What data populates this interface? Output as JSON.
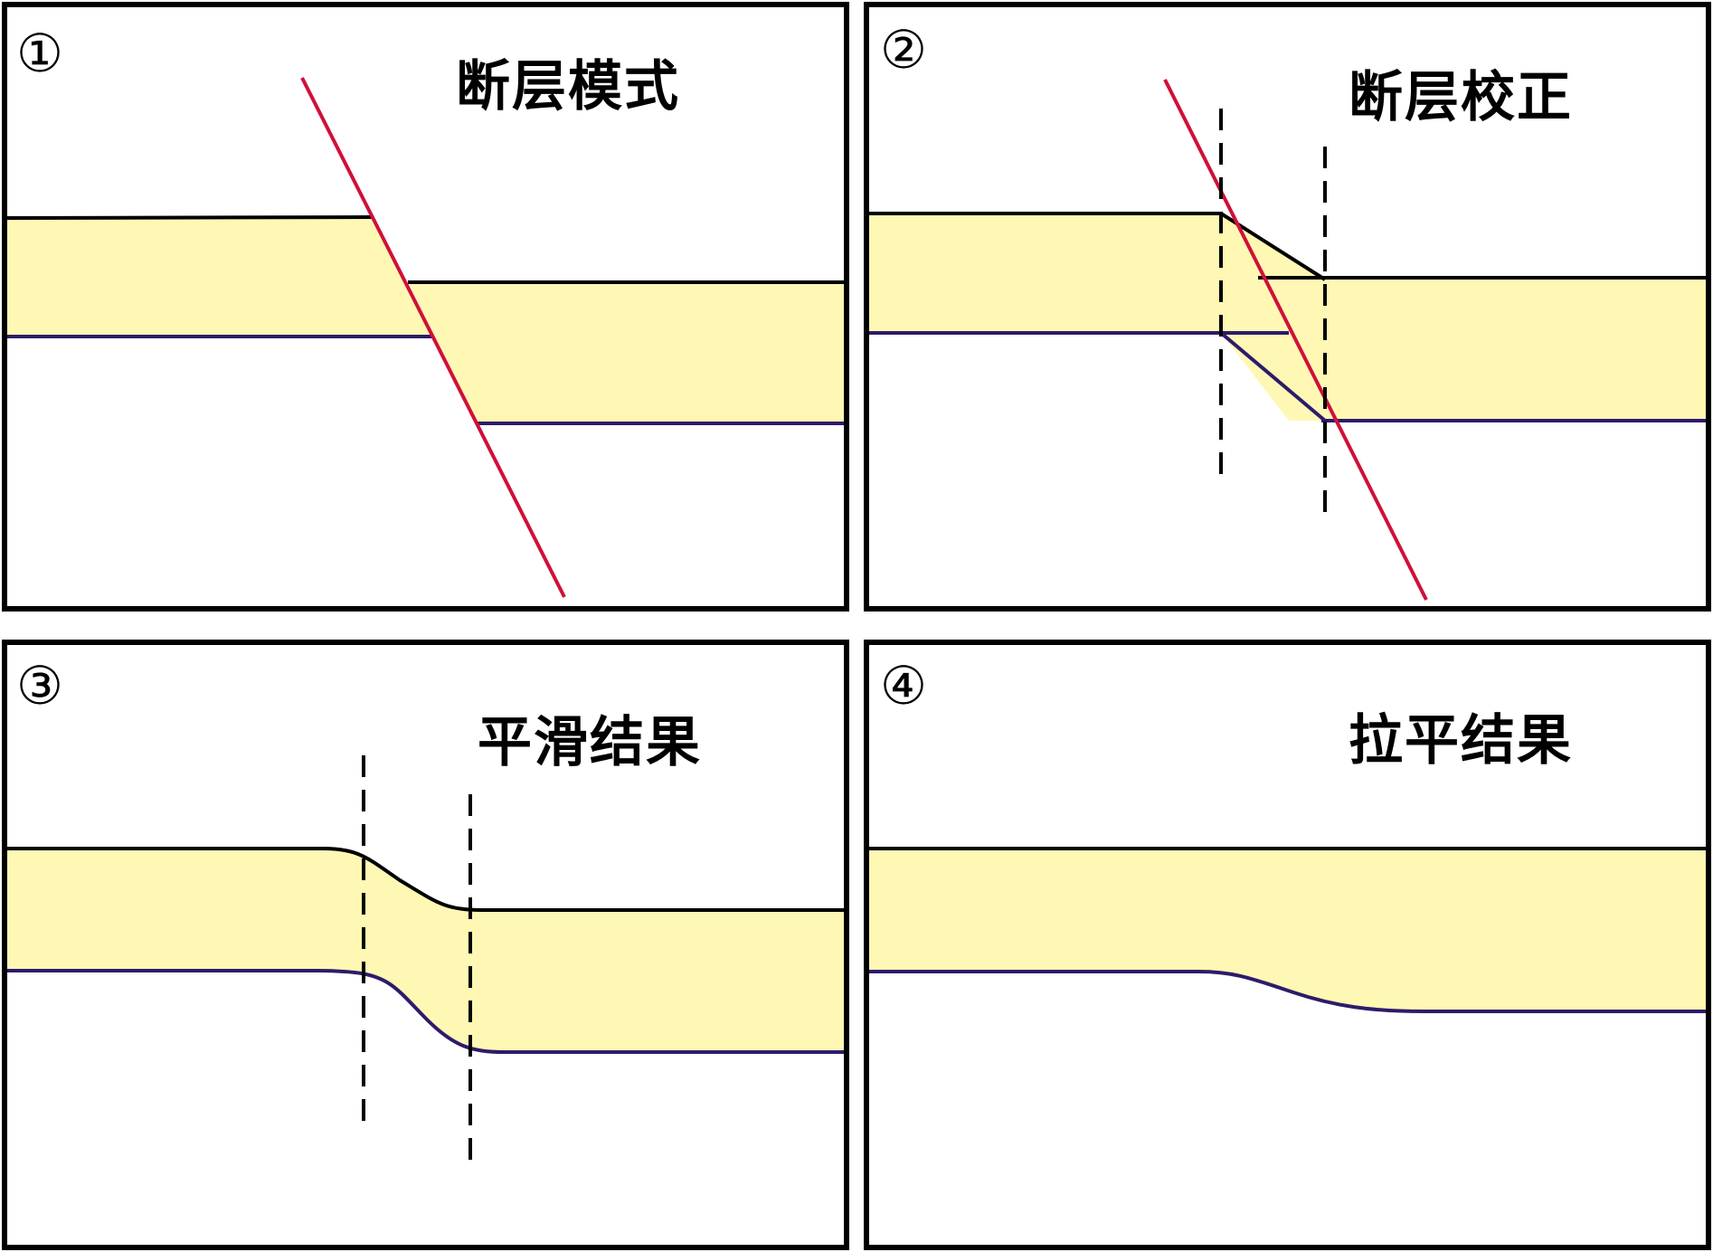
{
  "colors": {
    "layer_fill": "#FFF8B4",
    "top_horizon": "#000000",
    "bottom_horizon": "#2D1B6B",
    "fault": "#D0103A",
    "dashed_guide": "#000000",
    "border": "#000000"
  },
  "panels": [
    {
      "number": "①",
      "title": "断层模式"
    },
    {
      "number": "②",
      "title": "断层校正"
    },
    {
      "number": "③",
      "title": "平滑结果"
    },
    {
      "number": "④",
      "title": "拉平结果"
    }
  ]
}
